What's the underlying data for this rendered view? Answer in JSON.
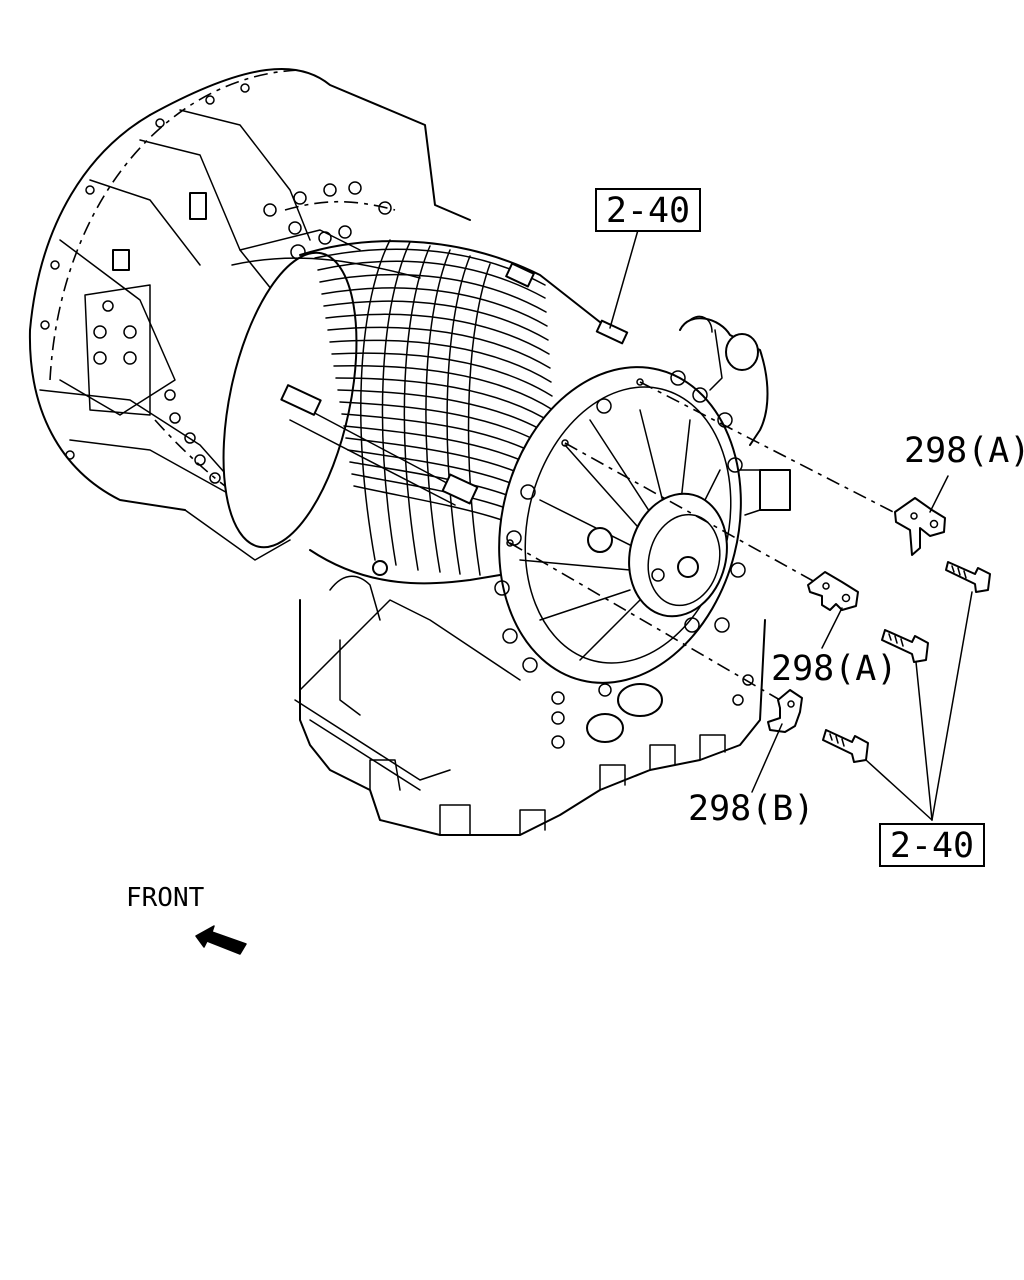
{
  "callouts": {
    "ref_top": "2-40",
    "ref_bottom": "2-40",
    "part_298a_upper": "298(A)",
    "part_298a_lower": "298(A)",
    "part_298b": "298(B)"
  },
  "orientation": {
    "front_label": "FRONT"
  }
}
